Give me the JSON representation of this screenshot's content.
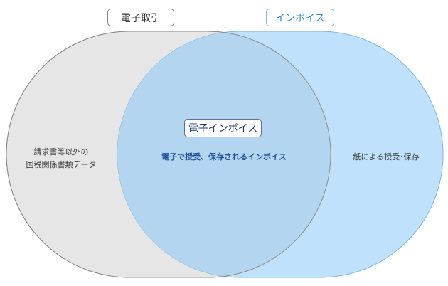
{
  "venn": {
    "left_circle": {
      "label": "電子取引",
      "description_lines": [
        "請求書等以外の",
        "国税関係書類データ"
      ]
    },
    "right_circle": {
      "label": "インボイス",
      "description": "紙による授受･保存"
    },
    "intersection": {
      "label": "電子インボイス",
      "description": "電子で授受、保存されるインボイス"
    }
  },
  "colors": {
    "left_fill": "#e6e6e6",
    "left_stroke": "#8c8c8c",
    "right_fill": "#bfe1fb",
    "right_stroke": "#7ab8e0",
    "overlap_fill": "#b3d5f0",
    "left_label_text": "#333333",
    "right_label_text": "#2e8fd3",
    "center_label_text": "#1f3a6e",
    "center_text": "#1f4f9c",
    "body_text": "#333333"
  }
}
